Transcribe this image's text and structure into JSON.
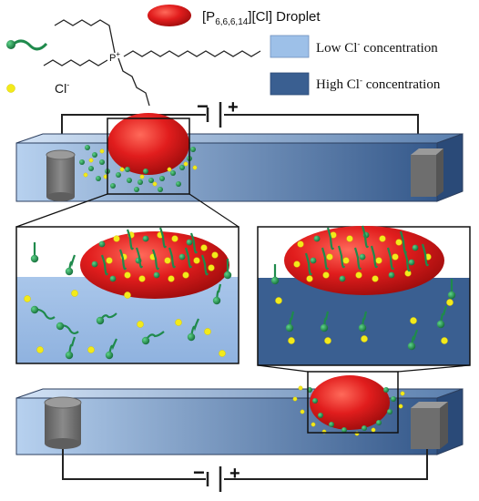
{
  "legend": {
    "droplet": {
      "prefix": "[P",
      "sub": "6,6,6,14",
      "suffix": "][Cl] Droplet"
    },
    "chloride": {
      "base": "Cl",
      "sup": "-"
    },
    "cation_charge": "P",
    "cation_sup": "+",
    "low": {
      "pre": "Low Cl",
      "sup": "-",
      "post": " concentration"
    },
    "high": {
      "pre": "High Cl",
      "sup": "-",
      "post": " concentration"
    }
  },
  "battery": {
    "minus": "−",
    "plus": "+"
  },
  "colors": {
    "droplet": "#d81c1c",
    "low_swatch": "#9dc0e8",
    "high_swatch": "#3a5f91",
    "cation": "#1f8a4c",
    "chloride": "#f3ea1a",
    "wire": "#222222"
  }
}
